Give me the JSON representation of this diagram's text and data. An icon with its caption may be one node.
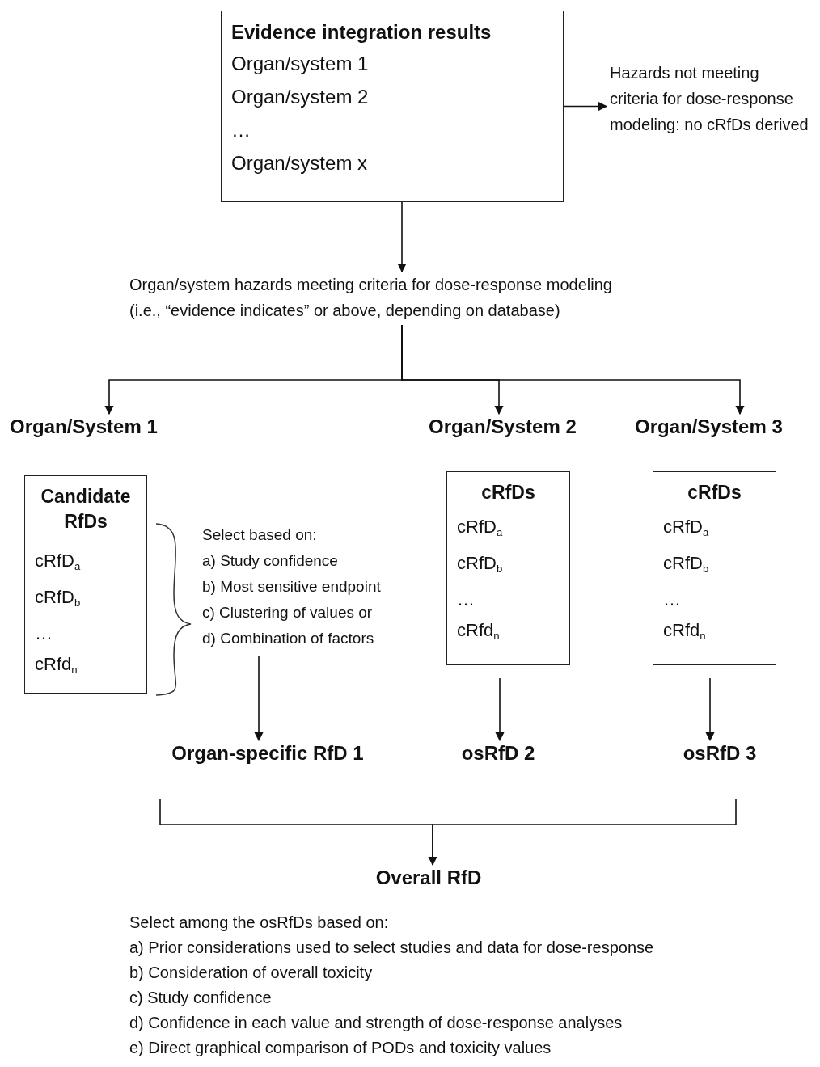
{
  "diagram": {
    "nodes": [
      {
        "text": [
          "Evidence integration results",
          "Organ/system 1",
          "Organ/system 2",
          "…",
          "Organ/system x"
        ]
      },
      {
        "text": [
          "Hazards not meeting criteria for dose-response modeling: no cRfDs derived"
        ]
      },
      {
        "text": [
          "Organ/system hazards meeting criteria for dose-response modeling",
          "(i.e., “evidence indicates” or above, depending on database)"
        ]
      },
      {
        "text": [
          "Organ/System 1"
        ]
      },
      {
        "text": [
          "Candidate RfDs",
          "cRfD$_{a}$",
          "cRfD$_{b}$",
          "…",
          "cRfd$_{n}$"
        ]
      },
      {
        "text": [
          "Select based on:",
          "a) Study confidence",
          "b) Most sensitive endpoint",
          "c) Clustering of values or",
          "d) Combination of factors"
        ]
      },
      {
        "text": [
          "Organ/System 2"
        ]
      },
      {
        "text": [
          "cRfDs",
          "cRfD$_{a}$",
          "cRfD$_{b}$",
          "…",
          "cRfd$_{n}$"
        ]
      },
      {
        "text": [
          "Organ/System 3"
        ]
      },
      {
        "text": [
          "cRfDs",
          "cRfD$_{a}$",
          "cRfD$_{b}$",
          "…",
          "cRfd$_{n}$"
        ]
      },
      {
        "text": [
          "Organ-specific RfD 1"
        ]
      },
      {
        "text": [
          "osRfD 2"
        ]
      },
      {
        "text": [
          "osRfD 3"
        ]
      },
      {
        "text": [
          "Overall RfD"
        ],
        "beside": [
          "Select among the osRfDs based on:",
          "a) Prior considerations used to select studies and data for dose-response",
          "b) Consideration of overall toxicity",
          "c) Study confidence",
          "d) Confidence in each value and strength of dose-response analyses",
          "e) Direct graphical comparison of PODs and toxicity values"
        ]
      }
    ],
    "edges": [
      {
        "from": 0,
        "to": 1,
        "arrow": "to"
      },
      {
        "from": 0,
        "to": 2,
        "arrow": "to"
      },
      {
        "from": 2,
        "to": 3,
        "arrow": "to"
      },
      {
        "from": 2,
        "to": 6,
        "arrow": "to"
      },
      {
        "from": 2,
        "to": 8,
        "arrow": "to"
      },
      {
        "from": 5,
        "to": 10,
        "arrow": "to"
      },
      {
        "from": 7,
        "to": 11,
        "arrow": "to"
      },
      {
        "from": 9,
        "to": 12,
        "arrow": "to"
      },
      {
        "from": 10,
        "to": 13,
        "arrow": "none"
      },
      {
        "from": 12,
        "to": 13,
        "arrow": "to"
      }
    ]
  }
}
